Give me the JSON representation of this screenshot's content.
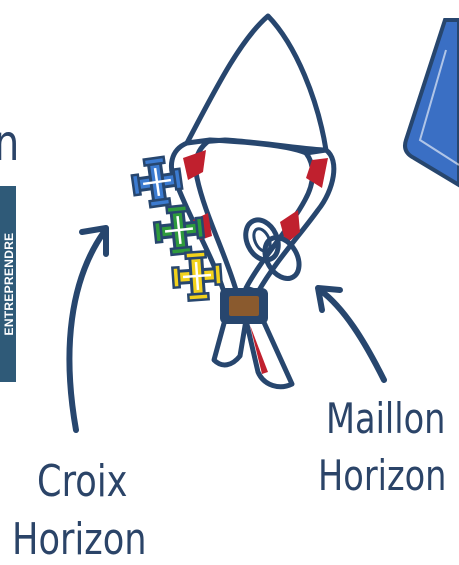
{
  "labels": {
    "croix_line1": "Croix",
    "croix_line2": "Horizon",
    "maillon_line1": "Maillon",
    "maillon_line2": "Horizon"
  },
  "edge": {
    "partial_letter": "n",
    "side_tab_text": "ENTREPRENDRE"
  },
  "colors": {
    "outline": "#27466e",
    "scarf_red": "#c0202e",
    "cross_blue": "#3c7bd0",
    "cross_green": "#2e9a3c",
    "cross_yellow": "#f2d21c",
    "toggle_brown": "#8a5a2e",
    "label_text": "#2b4468",
    "tab_bg": "#2f5a78",
    "shape_blue": "#3a6fc4"
  }
}
